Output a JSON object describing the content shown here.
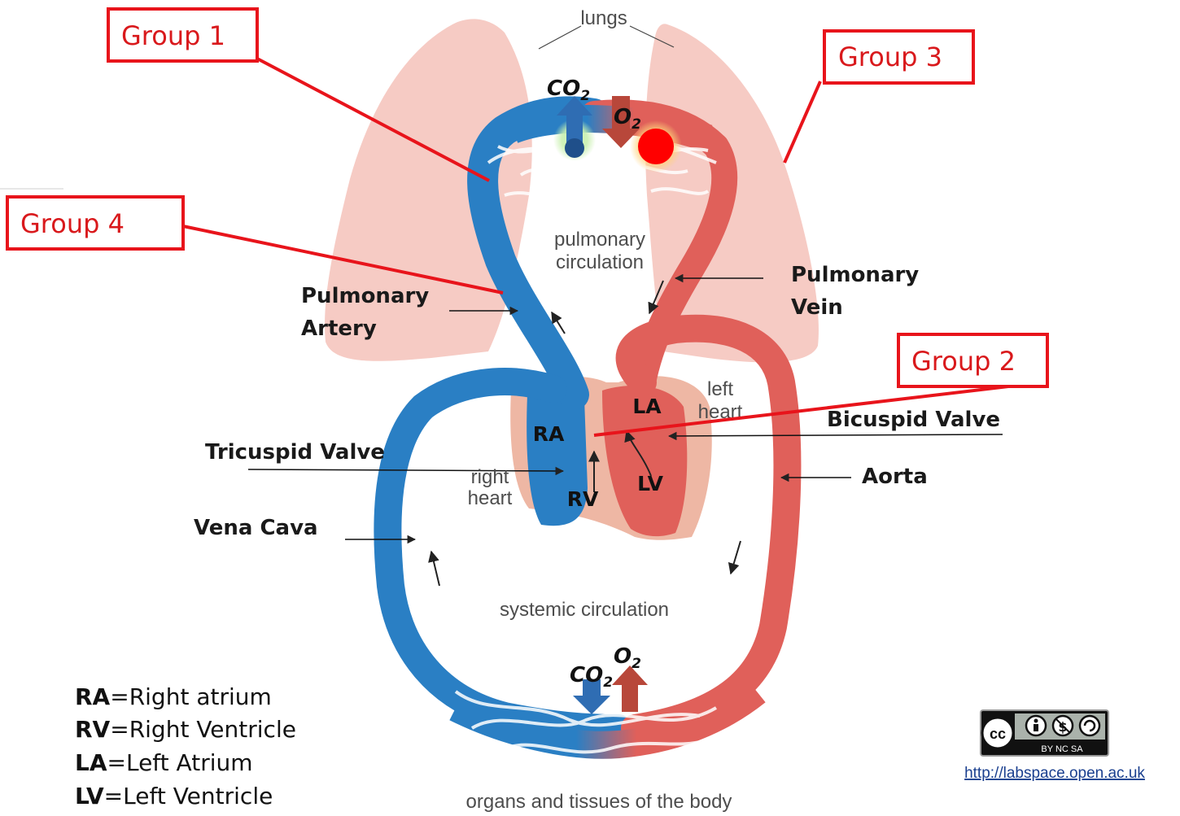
{
  "groups": {
    "group1": "Group 1",
    "group2": "Group 2",
    "group3": "Group 3",
    "group4": "Group 4"
  },
  "labels": {
    "lungs": "lungs",
    "co2": "CO",
    "o2": "O",
    "subscript_2": "2",
    "pulmonary_circulation_line1": "pulmonary",
    "pulmonary_circulation_line2": "circulation",
    "pulmonary_artery_line1": "Pulmonary",
    "pulmonary_artery_line2": "Artery",
    "pulmonary_vein_line1": "Pulmonary",
    "pulmonary_vein_line2": "Vein",
    "left_heart_line1": "left",
    "left_heart_line2": "heart",
    "right_heart_line1": "right",
    "right_heart_line2": "heart",
    "ra": "RA",
    "rv": "RV",
    "la": "LA",
    "lv": "LV",
    "bicuspid_valve": "Bicuspid Valve",
    "tricuspid_valve": "Tricuspid Valve",
    "aorta": "Aorta",
    "vena_cava": "Vena Cava",
    "systemic_circulation": "systemic circulation",
    "organs": "organs and tissues of the body"
  },
  "legend": [
    {
      "abbr": "RA",
      "text": "=Right atrium"
    },
    {
      "abbr": "RV",
      "text": "=Right Ventricle"
    },
    {
      "abbr": "LA",
      "text": "=Left Atrium"
    },
    {
      "abbr": "LV",
      "text": "=Left Ventricle"
    }
  ],
  "license": {
    "badge_cc": "cc",
    "badge_terms": "BY  NC  SA",
    "url": "http://labspace.open.ac.uk"
  },
  "colors": {
    "deoxygenated_blue": "#2a7fc4",
    "oxygenated_red": "#e0605a",
    "lung_pink": "#f6cbc4",
    "heart_tissue": "#eeb7a4",
    "group_red": "#e8141b"
  },
  "icons": [
    "cc-license-badge",
    "by-icon",
    "nc-icon",
    "sa-icon"
  ]
}
